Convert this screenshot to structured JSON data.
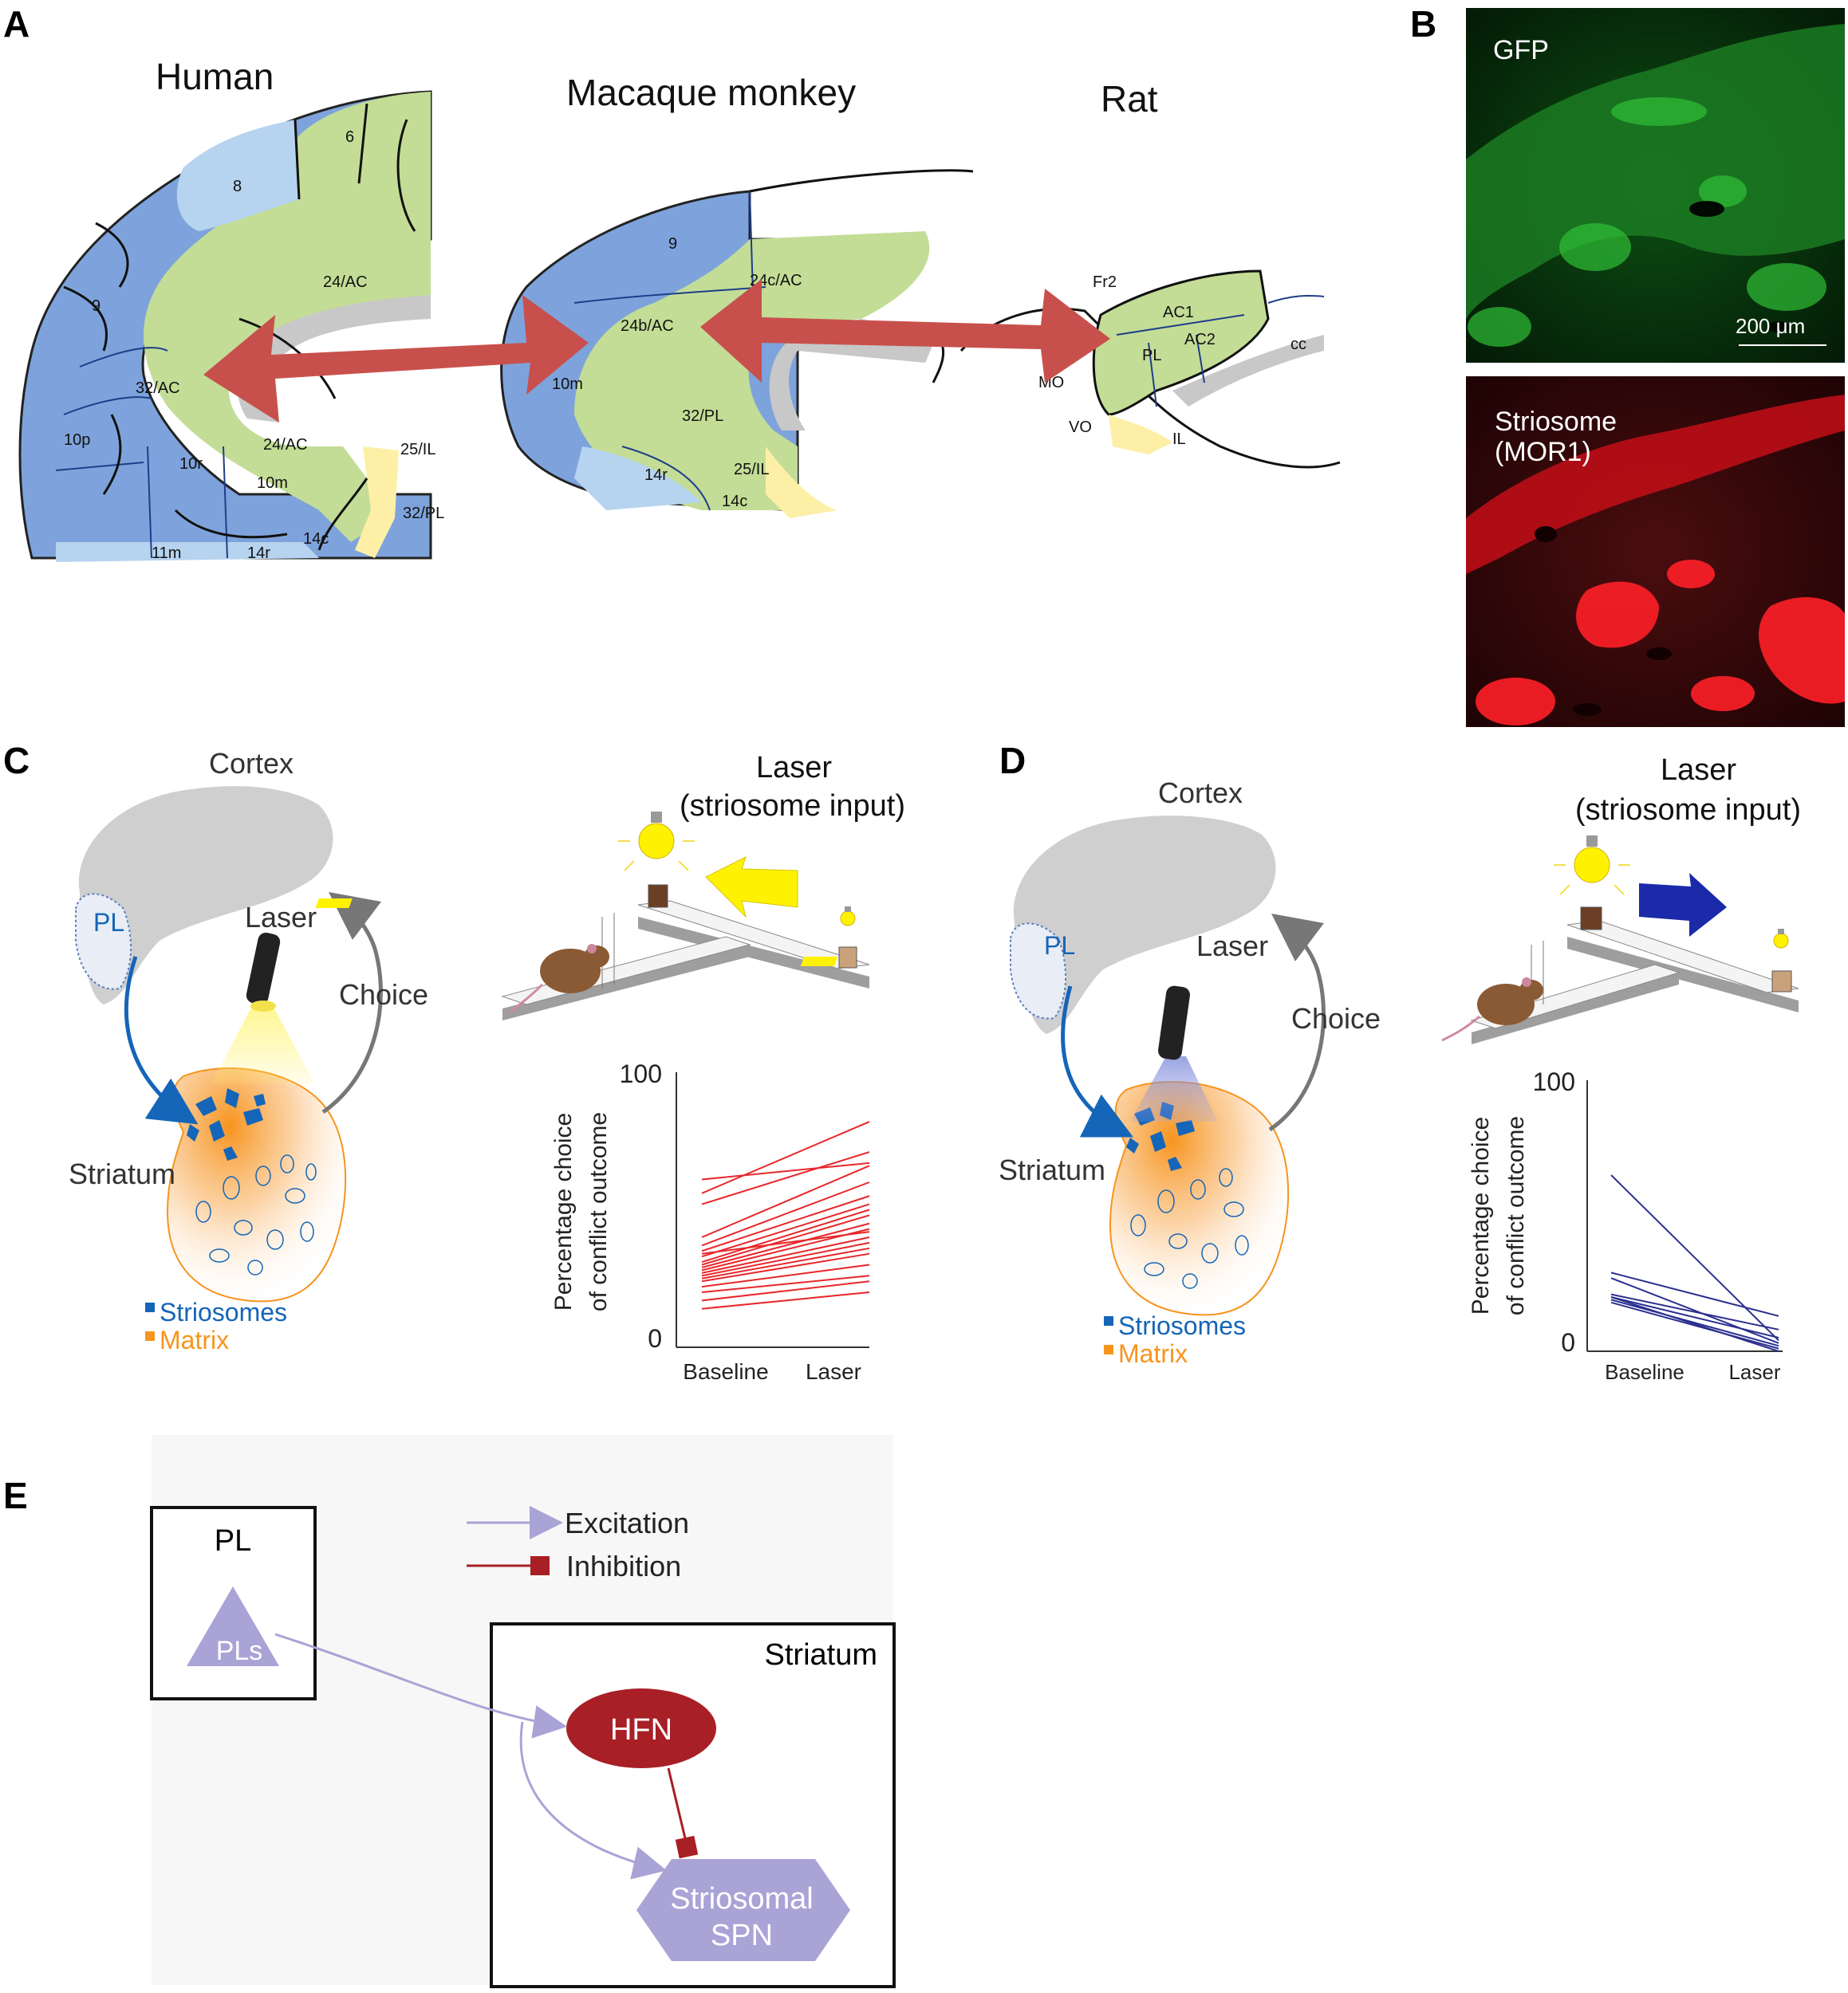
{
  "panel_letters": {
    "a": "A",
    "b": "B",
    "c": "C",
    "d": "D",
    "e": "E"
  },
  "panel_a": {
    "species": {
      "human": "Human",
      "macaque": "Macaque monkey",
      "rat": "Rat"
    },
    "human_areas": {
      "a8": "8",
      "a6": "6",
      "a9": "9",
      "a24ac": "24/AC",
      "a32ac": "32/AC",
      "a10p": "10p",
      "a10r": "10r",
      "a10m": "10m",
      "a24ac2": "24/AC",
      "a25il": "25/IL",
      "a32pl": "32/PL",
      "a11m": "11m",
      "a14r": "14r",
      "a14c": "14c"
    },
    "macaque_areas": {
      "a9": "9",
      "a24cac": "24c/AC",
      "a24bac": "24b/AC",
      "a10m": "10m",
      "a32pl": "32/PL",
      "a14r": "14r",
      "a25il": "25/IL",
      "a14c": "14c"
    },
    "rat_areas": {
      "fr2": "Fr2",
      "ac1": "AC1",
      "ac2": "AC2",
      "pl": "PL",
      "mo": "MO",
      "vo": "VO",
      "il": "IL",
      "cc": "cc"
    },
    "colors": {
      "blue_region": "#7ea3dc",
      "light_blue": "#b6d3ef",
      "green_region": "#c3dd96",
      "yellow_region": "#fdf0a6",
      "arrow": "#c8504c"
    }
  },
  "panel_b": {
    "top_label": "GFP",
    "scale": "200 μm",
    "bottom_label_1": "Striosome",
    "bottom_label_2": "(MOR1)",
    "colors": {
      "gfp": "#34c53a",
      "mor1": "#e6101a"
    }
  },
  "panel_c": {
    "cortex": "Cortex",
    "pl": "PL",
    "laser": "Laser",
    "choice": "Choice",
    "striatum": "Striatum",
    "legend_striosomes": "Striosomes",
    "legend_matrix": "Matrix",
    "laser_title_1": "Laser",
    "laser_title_2": "(striosome input)",
    "y_axis_1": "Percentage choice",
    "y_axis_2": "of conflict outcome",
    "y_max": "100",
    "y_min": "0",
    "x_baseline": "Baseline",
    "x_laser": "Laser"
  },
  "panel_d": {
    "cortex": "Cortex",
    "pl": "PL",
    "laser": "Laser",
    "choice": "Choice",
    "striatum": "Striatum",
    "legend_striosomes": "Striosomes",
    "legend_matrix": "Matrix",
    "laser_title_1": "Laser",
    "laser_title_2": "(striosome input)",
    "y_axis_1": "Percentage choice",
    "y_axis_2": "of conflict outcome",
    "y_max": "100",
    "y_min": "0",
    "x_baseline": "Baseline",
    "x_laser": "Laser"
  },
  "panel_e": {
    "pl_box": "PL",
    "pls": "PLs",
    "striatum": "Striatum",
    "hfn": "HFN",
    "spn_1": "Striosomal",
    "spn_2": "SPN",
    "legend_excitation": "Excitation",
    "legend_inhibition": "Inhibition",
    "colors": {
      "excitation": "#a9a3d6",
      "inhibition": "#a81f25",
      "neuron_pl": "#a9a3d6"
    }
  },
  "chart_data": [
    {
      "type": "line",
      "panel": "C",
      "x": [
        "Baseline",
        "Laser"
      ],
      "ylabel": "Percentage choice of conflict outcome",
      "ylim": [
        0,
        100
      ],
      "series_color": "#e8262a",
      "series": [
        {
          "values": [
            56,
            82
          ]
        },
        {
          "values": [
            61,
            67
          ]
        },
        {
          "values": [
            52,
            71
          ]
        },
        {
          "values": [
            40,
            66
          ]
        },
        {
          "values": [
            37,
            60
          ]
        },
        {
          "values": [
            35,
            55
          ]
        },
        {
          "values": [
            33,
            52
          ]
        },
        {
          "values": [
            31,
            50
          ]
        },
        {
          "values": [
            30,
            48
          ]
        },
        {
          "values": [
            29,
            45
          ]
        },
        {
          "values": [
            28,
            43
          ]
        },
        {
          "values": [
            27,
            40
          ]
        },
        {
          "values": [
            26,
            38
          ]
        },
        {
          "values": [
            25,
            36
          ]
        },
        {
          "values": [
            24,
            34
          ]
        },
        {
          "values": [
            22,
            30
          ]
        },
        {
          "values": [
            20,
            26
          ]
        },
        {
          "values": [
            17,
            24
          ]
        },
        {
          "values": [
            14,
            20
          ]
        },
        {
          "values": [
            34,
            42
          ]
        }
      ]
    },
    {
      "type": "line",
      "panel": "D",
      "x": [
        "Baseline",
        "Laser"
      ],
      "ylabel": "Percentage choice of conflict outcome",
      "ylim": [
        0,
        100
      ],
      "series_color": "#2b2f8f",
      "series": [
        {
          "values": [
            65,
            4
          ]
        },
        {
          "values": [
            29,
            13
          ]
        },
        {
          "values": [
            27,
            3
          ]
        },
        {
          "values": [
            21,
            8
          ]
        },
        {
          "values": [
            20,
            5
          ]
        },
        {
          "values": [
            19,
            2
          ]
        },
        {
          "values": [
            18,
            1
          ]
        },
        {
          "values": [
            20,
            0
          ]
        }
      ]
    }
  ]
}
